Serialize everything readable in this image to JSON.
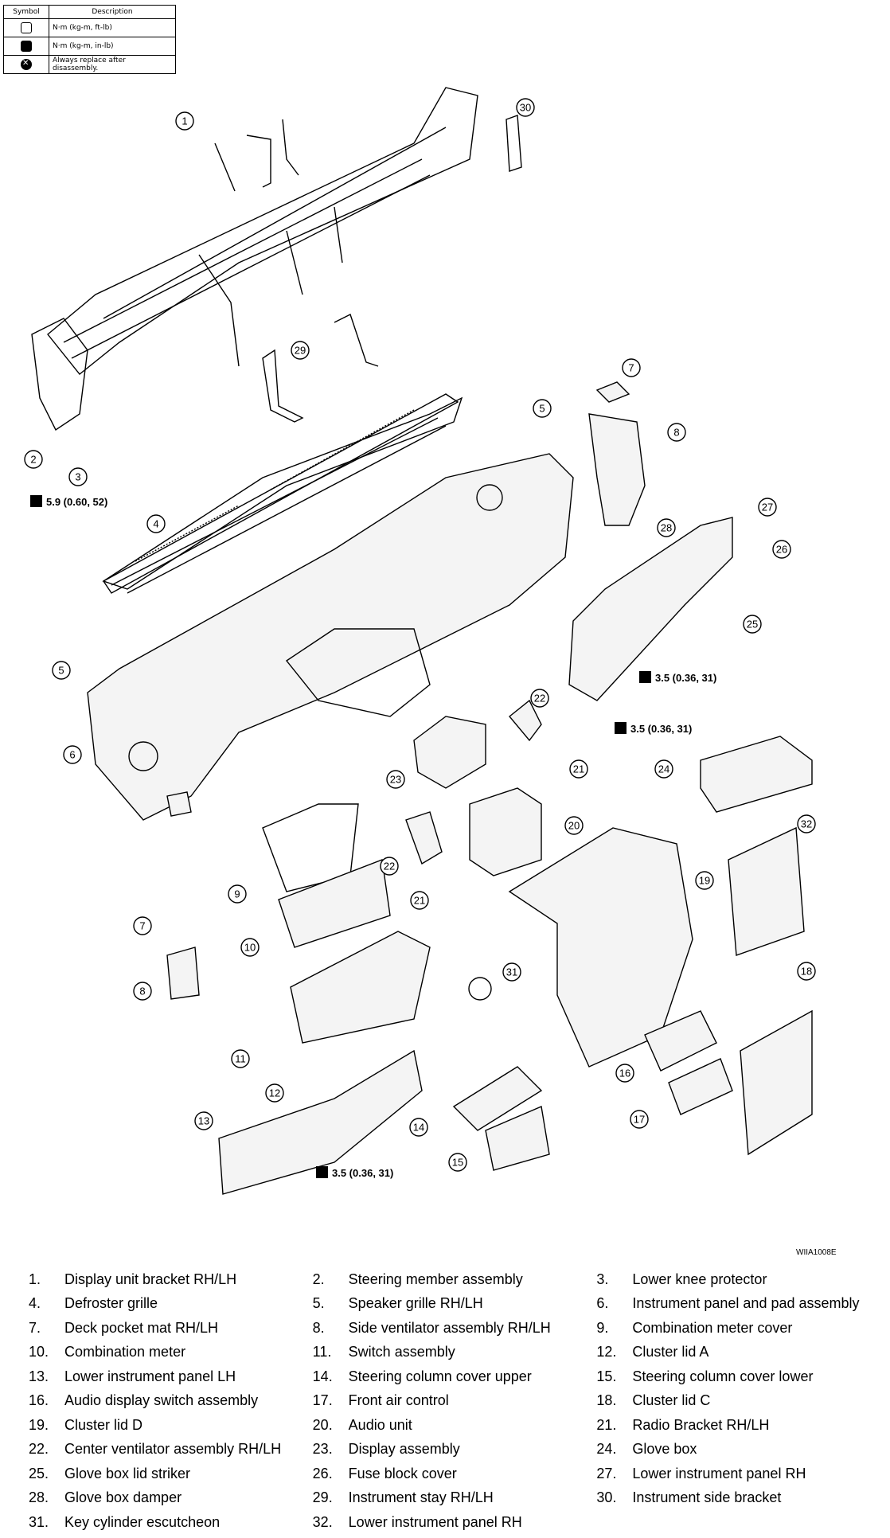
{
  "legend": {
    "header": {
      "symbol": "Symbol",
      "description": "Description"
    },
    "rows": [
      {
        "icon": "torque-wrench-icon",
        "text": "N·m (kg-m, ft-lb)"
      },
      {
        "icon": "torque-wrench-inlb-icon",
        "text": "N·m (kg-m, in-lb)"
      },
      {
        "icon": "replace-icon",
        "text": "Always replace after disassembly."
      }
    ]
  },
  "torques": [
    {
      "text": "5.9 (0.60, 52)"
    },
    {
      "text": "3.5 (0.36, 31)"
    },
    {
      "text": "3.5 (0.36, 31)"
    },
    {
      "text": "3.5 (0.36, 31)"
    }
  ],
  "callouts": [
    "1",
    "2",
    "3",
    "4",
    "5",
    "5",
    "6",
    "7",
    "7",
    "8",
    "8",
    "9",
    "10",
    "11",
    "12",
    "13",
    "14",
    "15",
    "16",
    "17",
    "18",
    "19",
    "20",
    "21",
    "21",
    "22",
    "22",
    "23",
    "24",
    "25",
    "26",
    "27",
    "28",
    "29",
    "30",
    "31",
    "32"
  ],
  "figure_code": "WIIA1008E",
  "parts": [
    [
      {
        "num": "1.",
        "name": "Display unit bracket RH/LH"
      },
      {
        "num": "2.",
        "name": "Steering member assembly"
      },
      {
        "num": "3.",
        "name": "Lower knee protector"
      }
    ],
    [
      {
        "num": "4.",
        "name": "Defroster grille"
      },
      {
        "num": "5.",
        "name": "Speaker grille RH/LH"
      },
      {
        "num": "6.",
        "name": "Instrument panel and pad assembly"
      }
    ],
    [
      {
        "num": "7.",
        "name": "Deck pocket mat RH/LH"
      },
      {
        "num": "8.",
        "name": "Side ventilator assembly RH/LH"
      },
      {
        "num": "9.",
        "name": "Combination meter cover"
      }
    ],
    [
      {
        "num": "10.",
        "name": "Combination meter"
      },
      {
        "num": "11.",
        "name": "Switch assembly"
      },
      {
        "num": "12.",
        "name": "Cluster lid A"
      }
    ],
    [
      {
        "num": "13.",
        "name": "Lower instrument panel LH"
      },
      {
        "num": "14.",
        "name": "Steering column cover upper"
      },
      {
        "num": "15.",
        "name": "Steering column cover lower"
      }
    ],
    [
      {
        "num": "16.",
        "name": "Audio display switch assembly"
      },
      {
        "num": "17.",
        "name": "Front air control"
      },
      {
        "num": "18.",
        "name": "Cluster lid C"
      }
    ],
    [
      {
        "num": "19.",
        "name": "Cluster lid D"
      },
      {
        "num": "20.",
        "name": "Audio unit"
      },
      {
        "num": "21.",
        "name": "Radio Bracket RH/LH"
      }
    ],
    [
      {
        "num": "22.",
        "name": "Center ventilator assembly RH/LH"
      },
      {
        "num": "23.",
        "name": "Display assembly"
      },
      {
        "num": "24.",
        "name": "Glove box"
      }
    ],
    [
      {
        "num": "25.",
        "name": "Glove box lid striker"
      },
      {
        "num": "26.",
        "name": "Fuse block cover"
      },
      {
        "num": "27.",
        "name": "Lower instrument panel RH"
      }
    ],
    [
      {
        "num": "28.",
        "name": "Glove box damper"
      },
      {
        "num": "29.",
        "name": "Instrument stay RH/LH"
      },
      {
        "num": "30.",
        "name": "Instrument side bracket"
      }
    ],
    [
      {
        "num": "31.",
        "name": "Key cylinder escutcheon"
      },
      {
        "num": "32.",
        "name": "Lower instrument panel RH"
      },
      {
        "num": "",
        "name": ""
      }
    ]
  ]
}
